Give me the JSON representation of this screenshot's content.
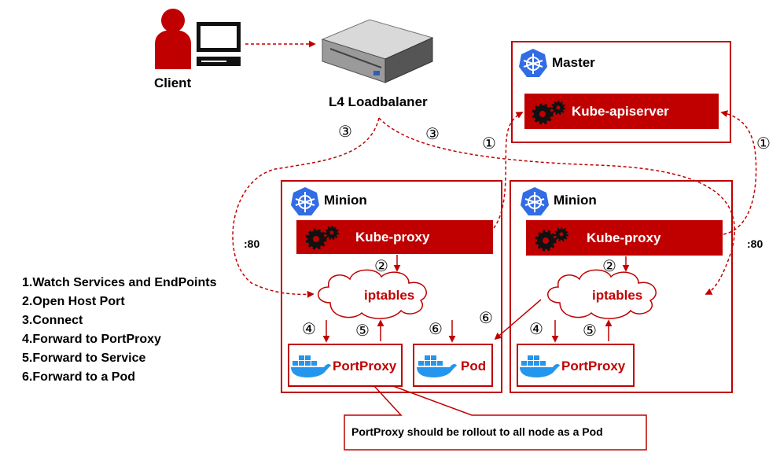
{
  "client": {
    "label": "Client"
  },
  "loadbalancer": {
    "label": "L4 Loadbalaner"
  },
  "master": {
    "title": "Master",
    "apiserver": "Kube-apiserver"
  },
  "minion_left": {
    "title": "Minion",
    "proxy": "Kube-proxy",
    "iptables": "iptables",
    "portproxy": "PortProxy",
    "pod": "Pod",
    "port": ":80"
  },
  "minion_right": {
    "title": "Minion",
    "proxy": "Kube-proxy",
    "iptables": "iptables",
    "portproxy": "PortProxy",
    "port": ":80"
  },
  "steps": {
    "s1": "①",
    "s2": "②",
    "s3": "③",
    "s4": "④",
    "s5": "⑤",
    "s6": "⑥"
  },
  "legend": [
    "1.Watch Services and EndPoints",
    "2.Open Host Port",
    "3.Connect",
    "4.Forward to PortProxy",
    "5.Forward to Service",
    "6.Forward to a Pod"
  ],
  "callout": "PortProxy should be rollout to all node as a Pod",
  "colors": {
    "accent": "#c00000",
    "k8s_blue": "#326ce5",
    "docker_blue": "#2496ed"
  },
  "icons": [
    "person-icon",
    "computer-icon",
    "server-icon",
    "kubernetes-icon",
    "gears-icon",
    "docker-icon",
    "cloud-icon"
  ]
}
